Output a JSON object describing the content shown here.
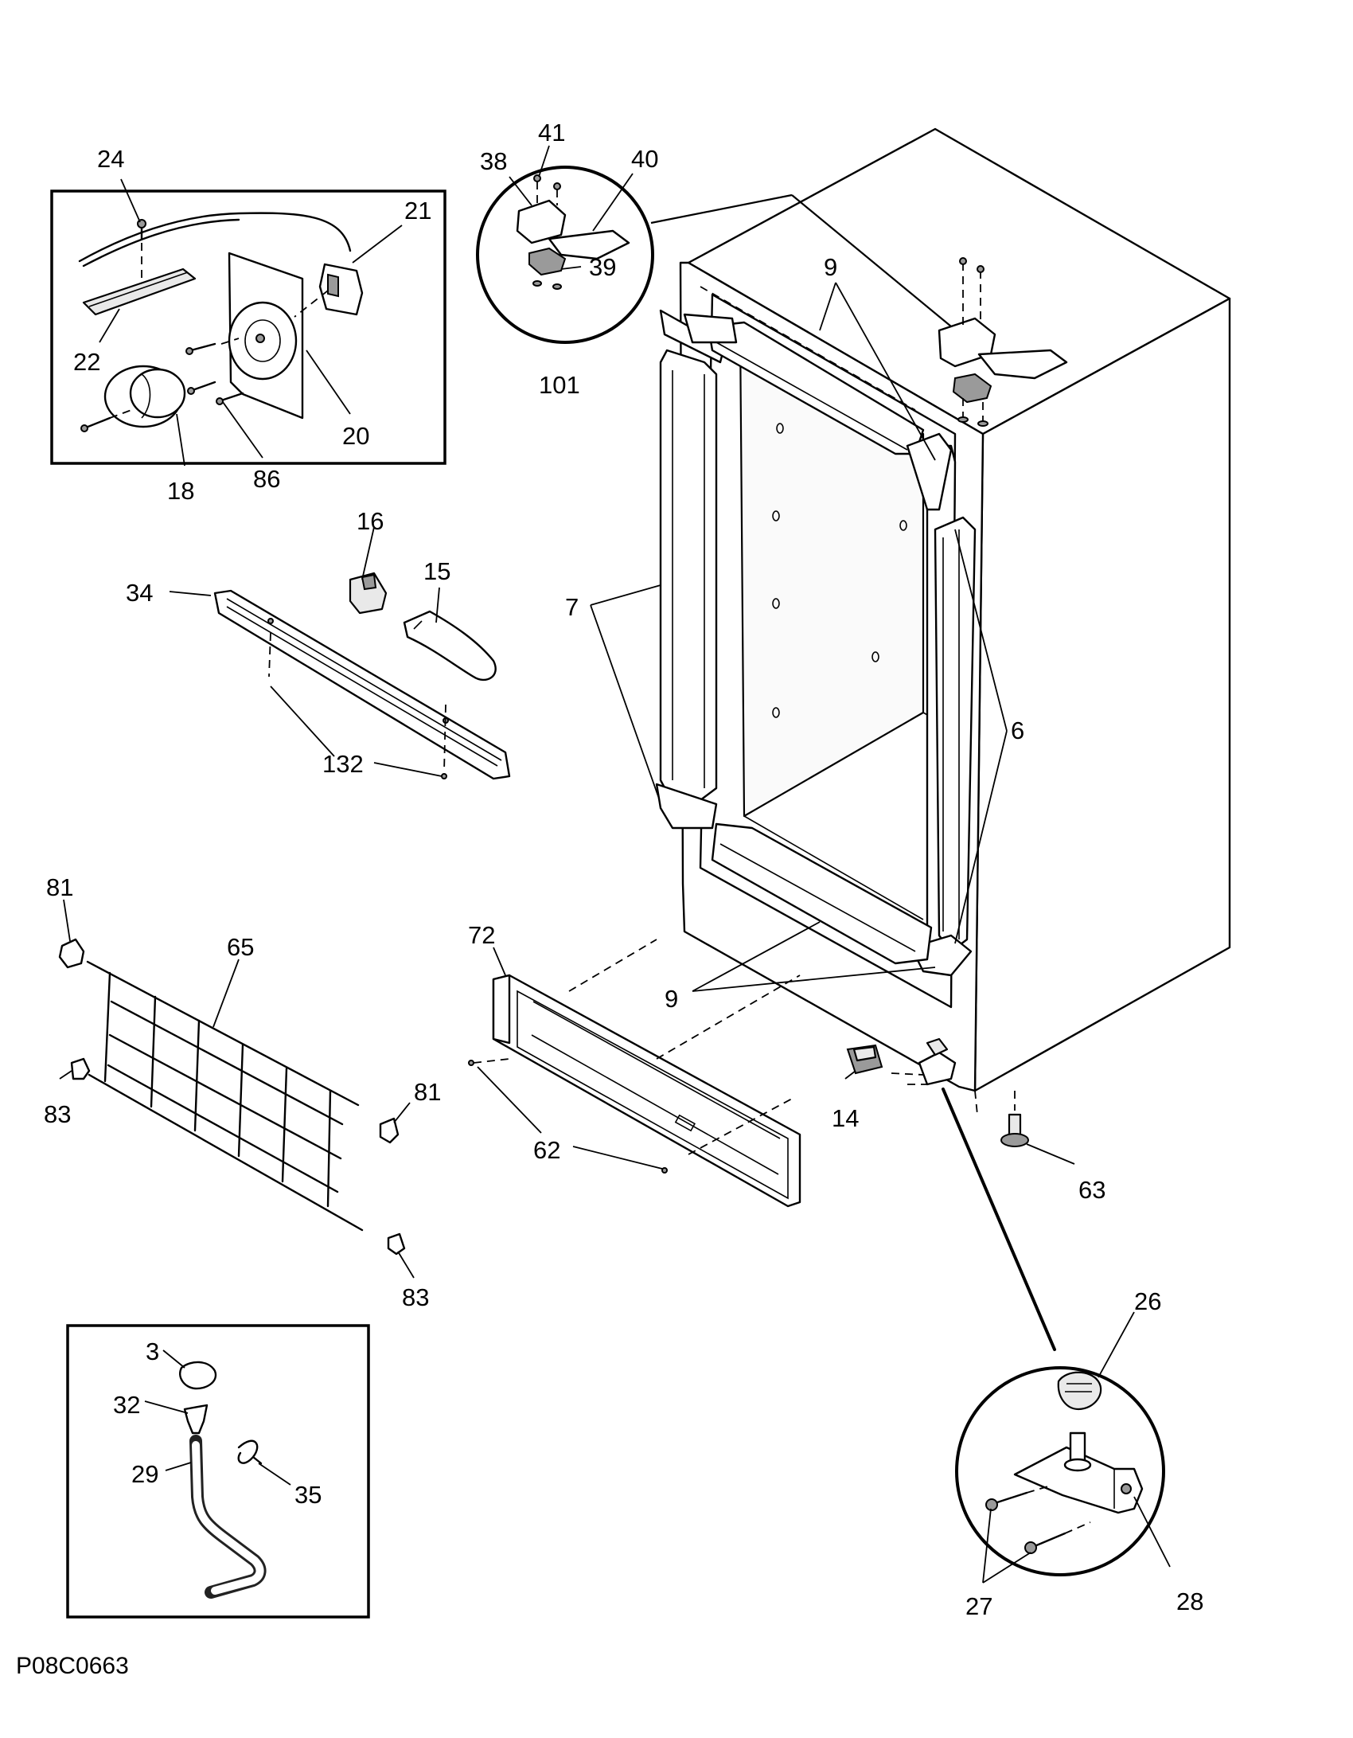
{
  "diagram_code": "P08C0663",
  "callouts": {
    "c24": "24",
    "c21": "21",
    "c22": "22",
    "c20": "20",
    "c18": "18",
    "c86": "86",
    "c41": "41",
    "c38": "38",
    "c40": "40",
    "c39": "39",
    "c101": "101",
    "c9a": "9",
    "c9b": "9",
    "c7": "7",
    "c6": "6",
    "c16": "16",
    "c15": "15",
    "c34": "34",
    "c132": "132",
    "c81a": "81",
    "c65": "65",
    "c83a": "83",
    "c81b": "81",
    "c83b": "83",
    "c72": "72",
    "c62": "62",
    "c14": "14",
    "c63": "63",
    "c26": "26",
    "c27": "27",
    "c28": "28",
    "c3": "3",
    "c32": "32",
    "c29": "29",
    "c35": "35"
  }
}
